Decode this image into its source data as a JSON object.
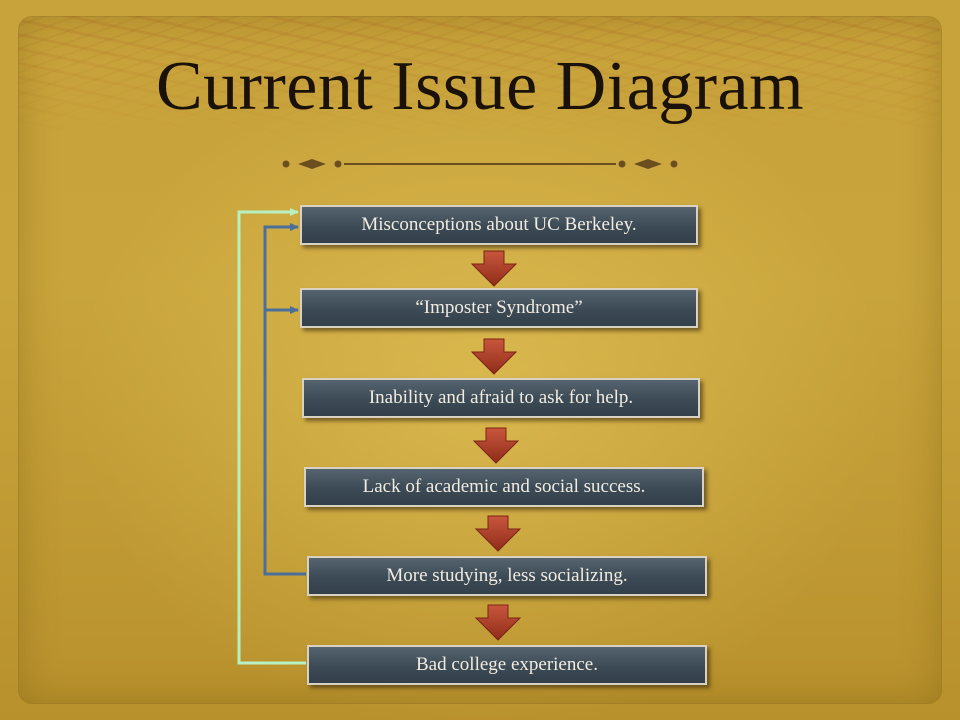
{
  "title": "Current Issue Diagram",
  "steps": [
    "Misconceptions about UC Berkeley.",
    "“Imposter Syndrome”",
    "Inability and afraid to ask for help.",
    "Lack of academic and social success.",
    "More studying, less socializing.",
    "Bad college experience."
  ],
  "colors": {
    "box_fill": "#3c4a55",
    "down_arrow": "#b8452e",
    "loop_outer": "#b8f0c2",
    "loop_inner": "#4a6f9a"
  }
}
